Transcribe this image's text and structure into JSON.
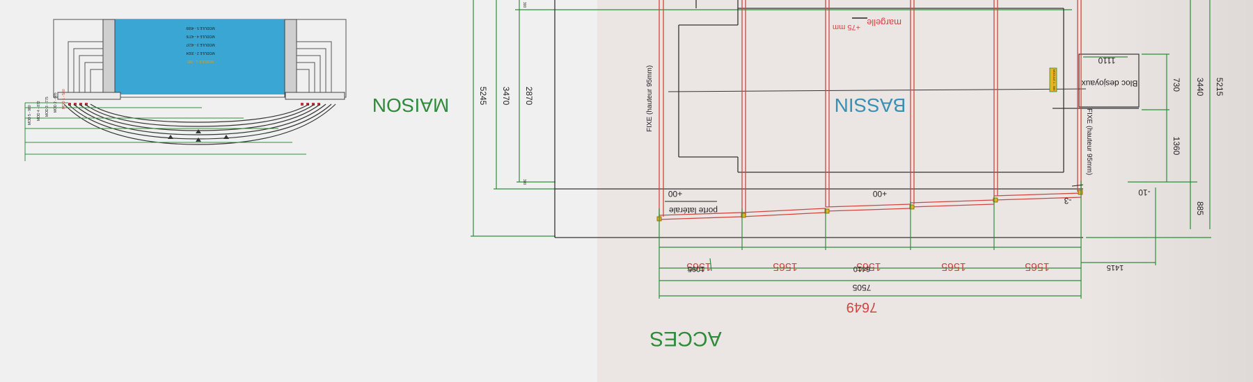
{
  "labels": {
    "maison": "MAISON",
    "acces": "ACCES",
    "bassin": "BASSIN",
    "bloc": "Bloc desjoyaux",
    "fixe_left": "FIXE (hauteur 95mm)",
    "fixe_right": "FIXE (hauteur 95mm)",
    "porte": "porte latérale",
    "margelle": "margelle",
    "plus75": "+75 mm",
    "lvl_00a": "+00",
    "lvl_00b": "+00",
    "lvl_m3": "-3",
    "lvl_m10": "-10",
    "module1": "MODULE 1 - 985"
  },
  "dims": {
    "d5245": "5245",
    "d3470": "3470",
    "d2870": "2870",
    "d300a": "300",
    "d300b": "300",
    "d1110": "1110",
    "d730": "730",
    "d1360": "1360",
    "d3440": "3440",
    "d5215": "5215",
    "d885": "885",
    "d1565a": "1565",
    "d1565b": "1565",
    "d1565c": "1565",
    "d1565d": "1565",
    "d1565e": "1565",
    "d1095": "1095",
    "d6410": "6410",
    "d1415": "1415",
    "d7505": "7505",
    "d7649": "7649"
  },
  "inset": {
    "modules": [
      "MODULE 1 - 985",
      "MODULE 2 - 3924",
      "MODULE 3 - 4137",
      "MODULE 4 - 4276",
      "MODULE 5 - 4589"
    ],
    "mods": [
      "MOD 1 - 580",
      "MOD 2 - 685",
      "MOD 3 - 775",
      "MOD 4 - 872",
      "MOD 5 - 980"
    ]
  },
  "colors": {
    "green": "#2e8b3a",
    "red": "#d0453f",
    "blue": "#3a8fb5",
    "pool": "#3aa6d4",
    "dark": "#333333"
  }
}
